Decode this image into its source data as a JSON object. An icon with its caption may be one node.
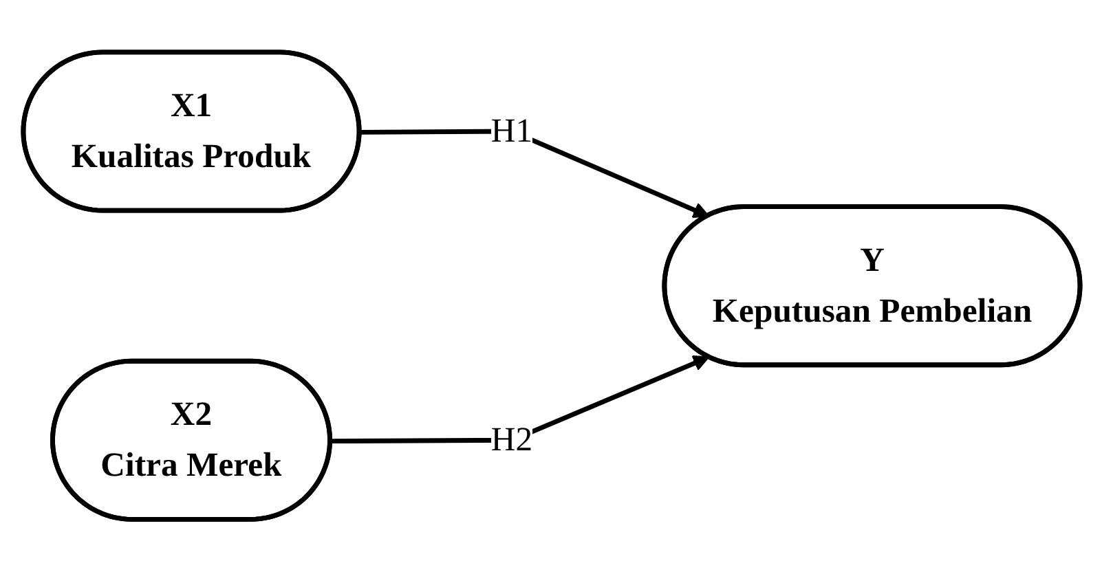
{
  "diagram": {
    "nodes": [
      {
        "text": [
          "X1",
          "Kualitas Produk"
        ]
      },
      {
        "text": [
          "X2",
          "Citra Merek"
        ]
      },
      {
        "text": [
          "Y",
          "Keputusan Pembelian"
        ]
      }
    ],
    "edges": [
      {
        "from": 0,
        "to": 2,
        "arrow": "to",
        "label": "H1"
      },
      {
        "from": 1,
        "to": 2,
        "arrow": "to",
        "label": "H2"
      }
    ]
  }
}
